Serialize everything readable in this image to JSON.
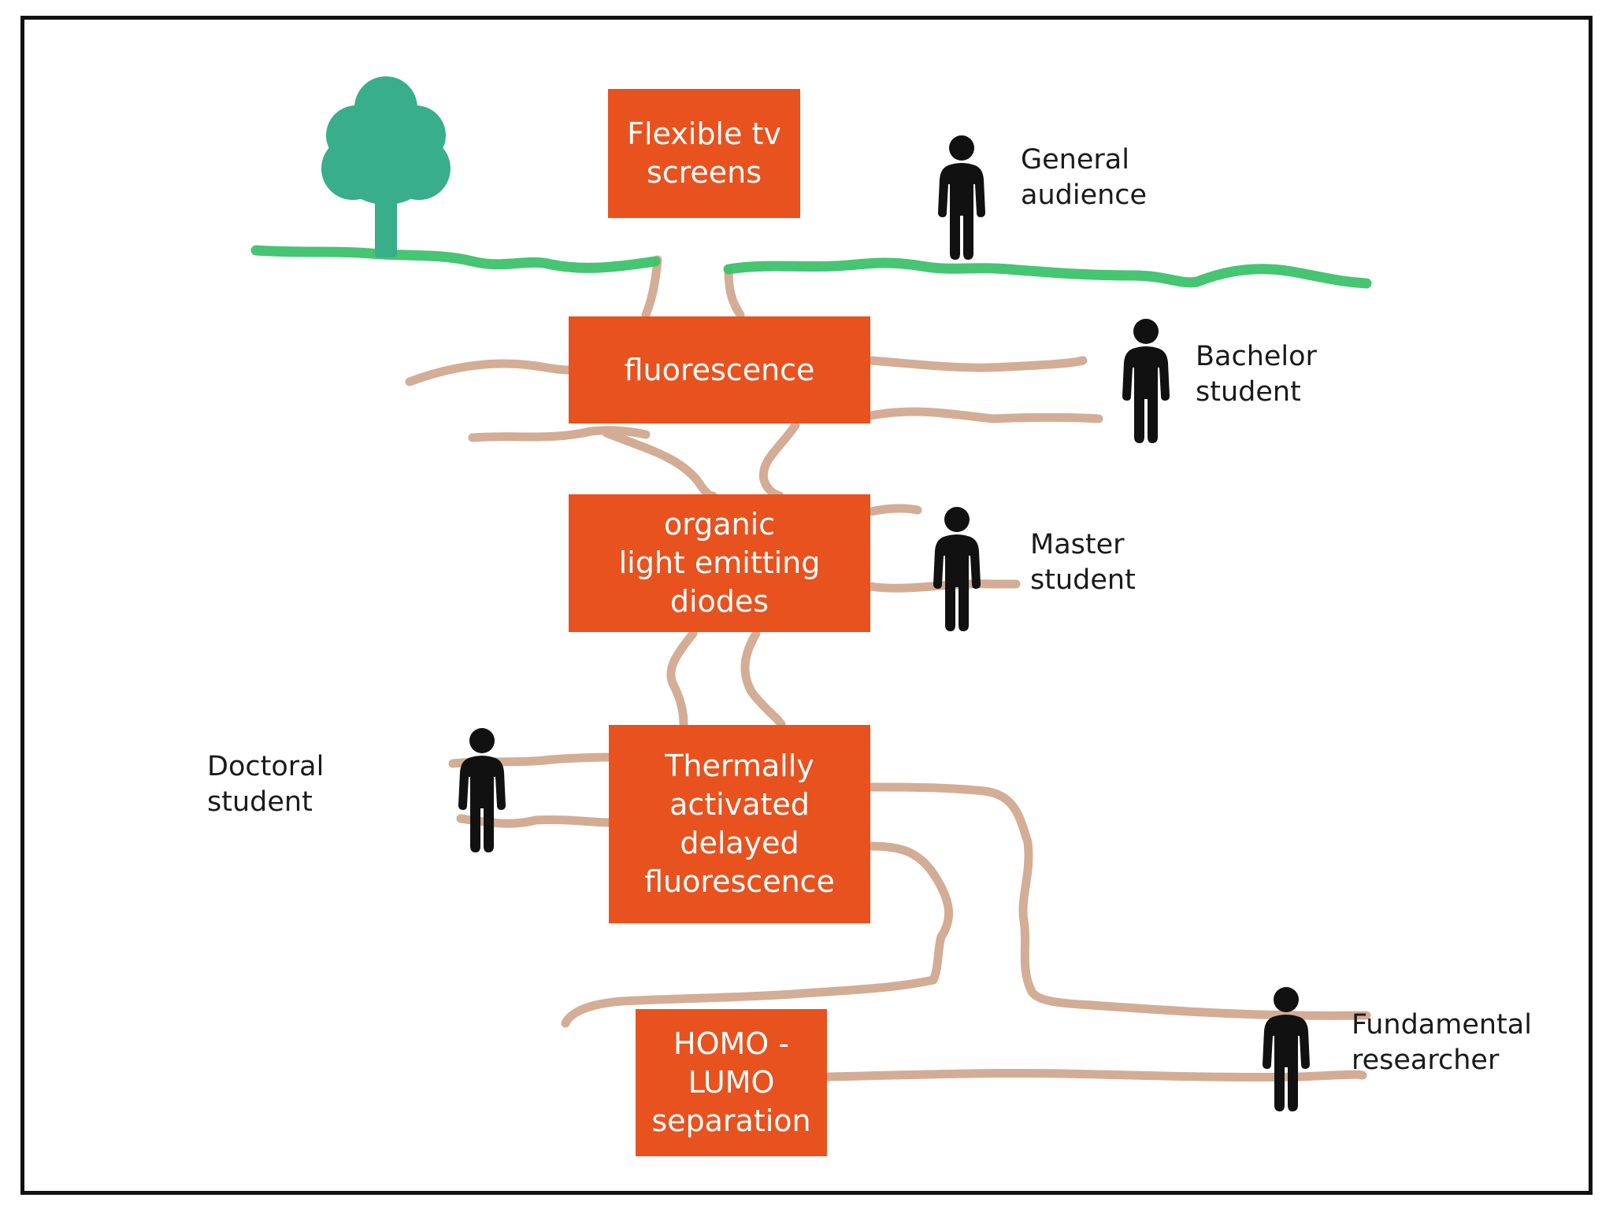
{
  "colors": {
    "box_fill": "#e7521f",
    "box_text": "#ffffff",
    "ground": "#3cc26a",
    "roots": "#cfa48b",
    "tree_green": "#38ae8a",
    "person": "#111111",
    "frame": "#111111"
  },
  "boxes": {
    "flexible_tv": "Flexible tv\nscreens",
    "fluorescence": "fluorescence",
    "oled": "organic\nlight emitting\ndiodes",
    "tadf": "Thermally\nactivated\ndelayed\nfluorescence",
    "homo_lumo": "HOMO -\nLUMO\nseparation"
  },
  "audiences": {
    "general": "General\naudience",
    "bachelor": "Bachelor\nstudent",
    "master": "Master\nstudent",
    "doctoral": "Doctoral\nstudent",
    "fundamental": "Fundamental\nresearcher"
  },
  "icons": {
    "tree": "tree-icon",
    "person": "person-icon"
  }
}
